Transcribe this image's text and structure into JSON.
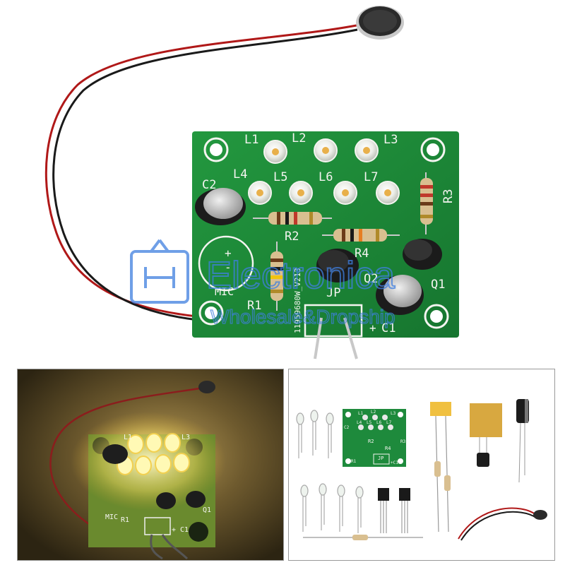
{
  "board": {
    "led_labels": [
      "L1",
      "L2",
      "L3",
      "L4",
      "L5",
      "L6",
      "L7"
    ],
    "component_labels": {
      "c2": "C2",
      "c1": "C1",
      "r1": "R1",
      "r2": "R2",
      "r3": "R3",
      "r4": "R4",
      "q1": "Q1",
      "q2": "Q2",
      "jp": "JP",
      "mic": "MIC",
      "plus": "+",
      "minus": "-"
    },
    "serial": "11959680W_V213"
  },
  "watermark": {
    "title": "Electronica",
    "subtitle": "Wholesale&Dropship"
  },
  "lit_board": {
    "led_labels": [
      "L1",
      "L3"
    ],
    "labels": {
      "mic": "MIC",
      "r1": "R1",
      "q1": "Q1",
      "c1": "+ C1"
    }
  },
  "kit_board": {
    "led_labels": [
      "L1",
      "L2",
      "L3",
      "L4",
      "L5",
      "L6",
      "L7"
    ],
    "labels": {
      "c2": "C2",
      "r2": "R2",
      "r4": "R4",
      "r3": "R3",
      "r1": "R1",
      "jp": "JP",
      "c1": "+C1"
    }
  },
  "colors": {
    "pcb_green": "#1e8a3c",
    "silkscreen": "#f4f4f0",
    "watermark_blue": "#3f7fe0",
    "led_glow": "#fff6a0"
  }
}
